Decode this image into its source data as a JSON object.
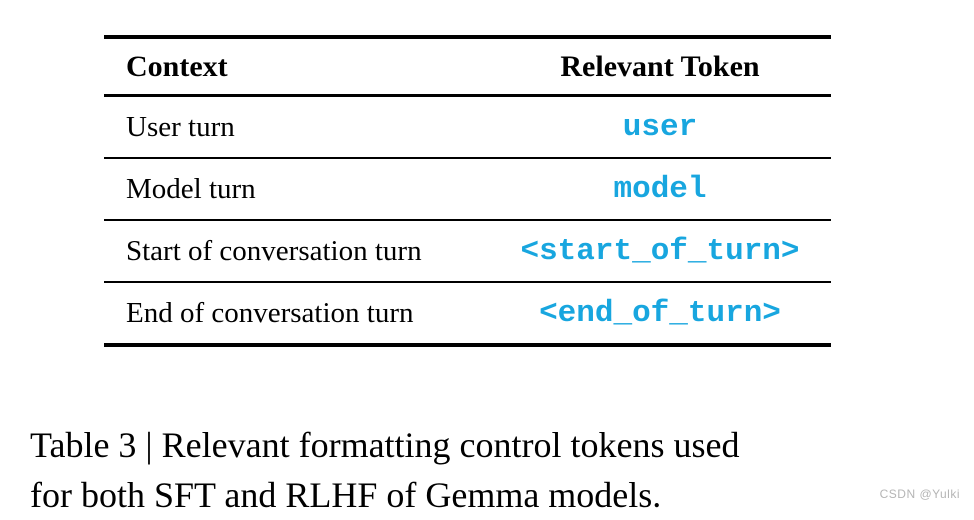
{
  "table": {
    "headers": [
      "Context",
      "Relevant Token"
    ],
    "rows": [
      {
        "context": "User turn",
        "token": "user"
      },
      {
        "context": "Model turn",
        "token": "model"
      },
      {
        "context": "Start of conversation turn",
        "token": "<start_of_turn>"
      },
      {
        "context": "End of conversation turn",
        "token": "<end_of_turn>"
      }
    ],
    "token_color": "#18a6df",
    "rule_color": "#000000"
  },
  "caption": {
    "line1": "Table 3 | Relevant formatting control tokens used",
    "line2": "for both SFT and RLHF of Gemma models."
  },
  "watermark": {
    "text": "CSDN @Yulki",
    "color": "#b5b5b5"
  }
}
